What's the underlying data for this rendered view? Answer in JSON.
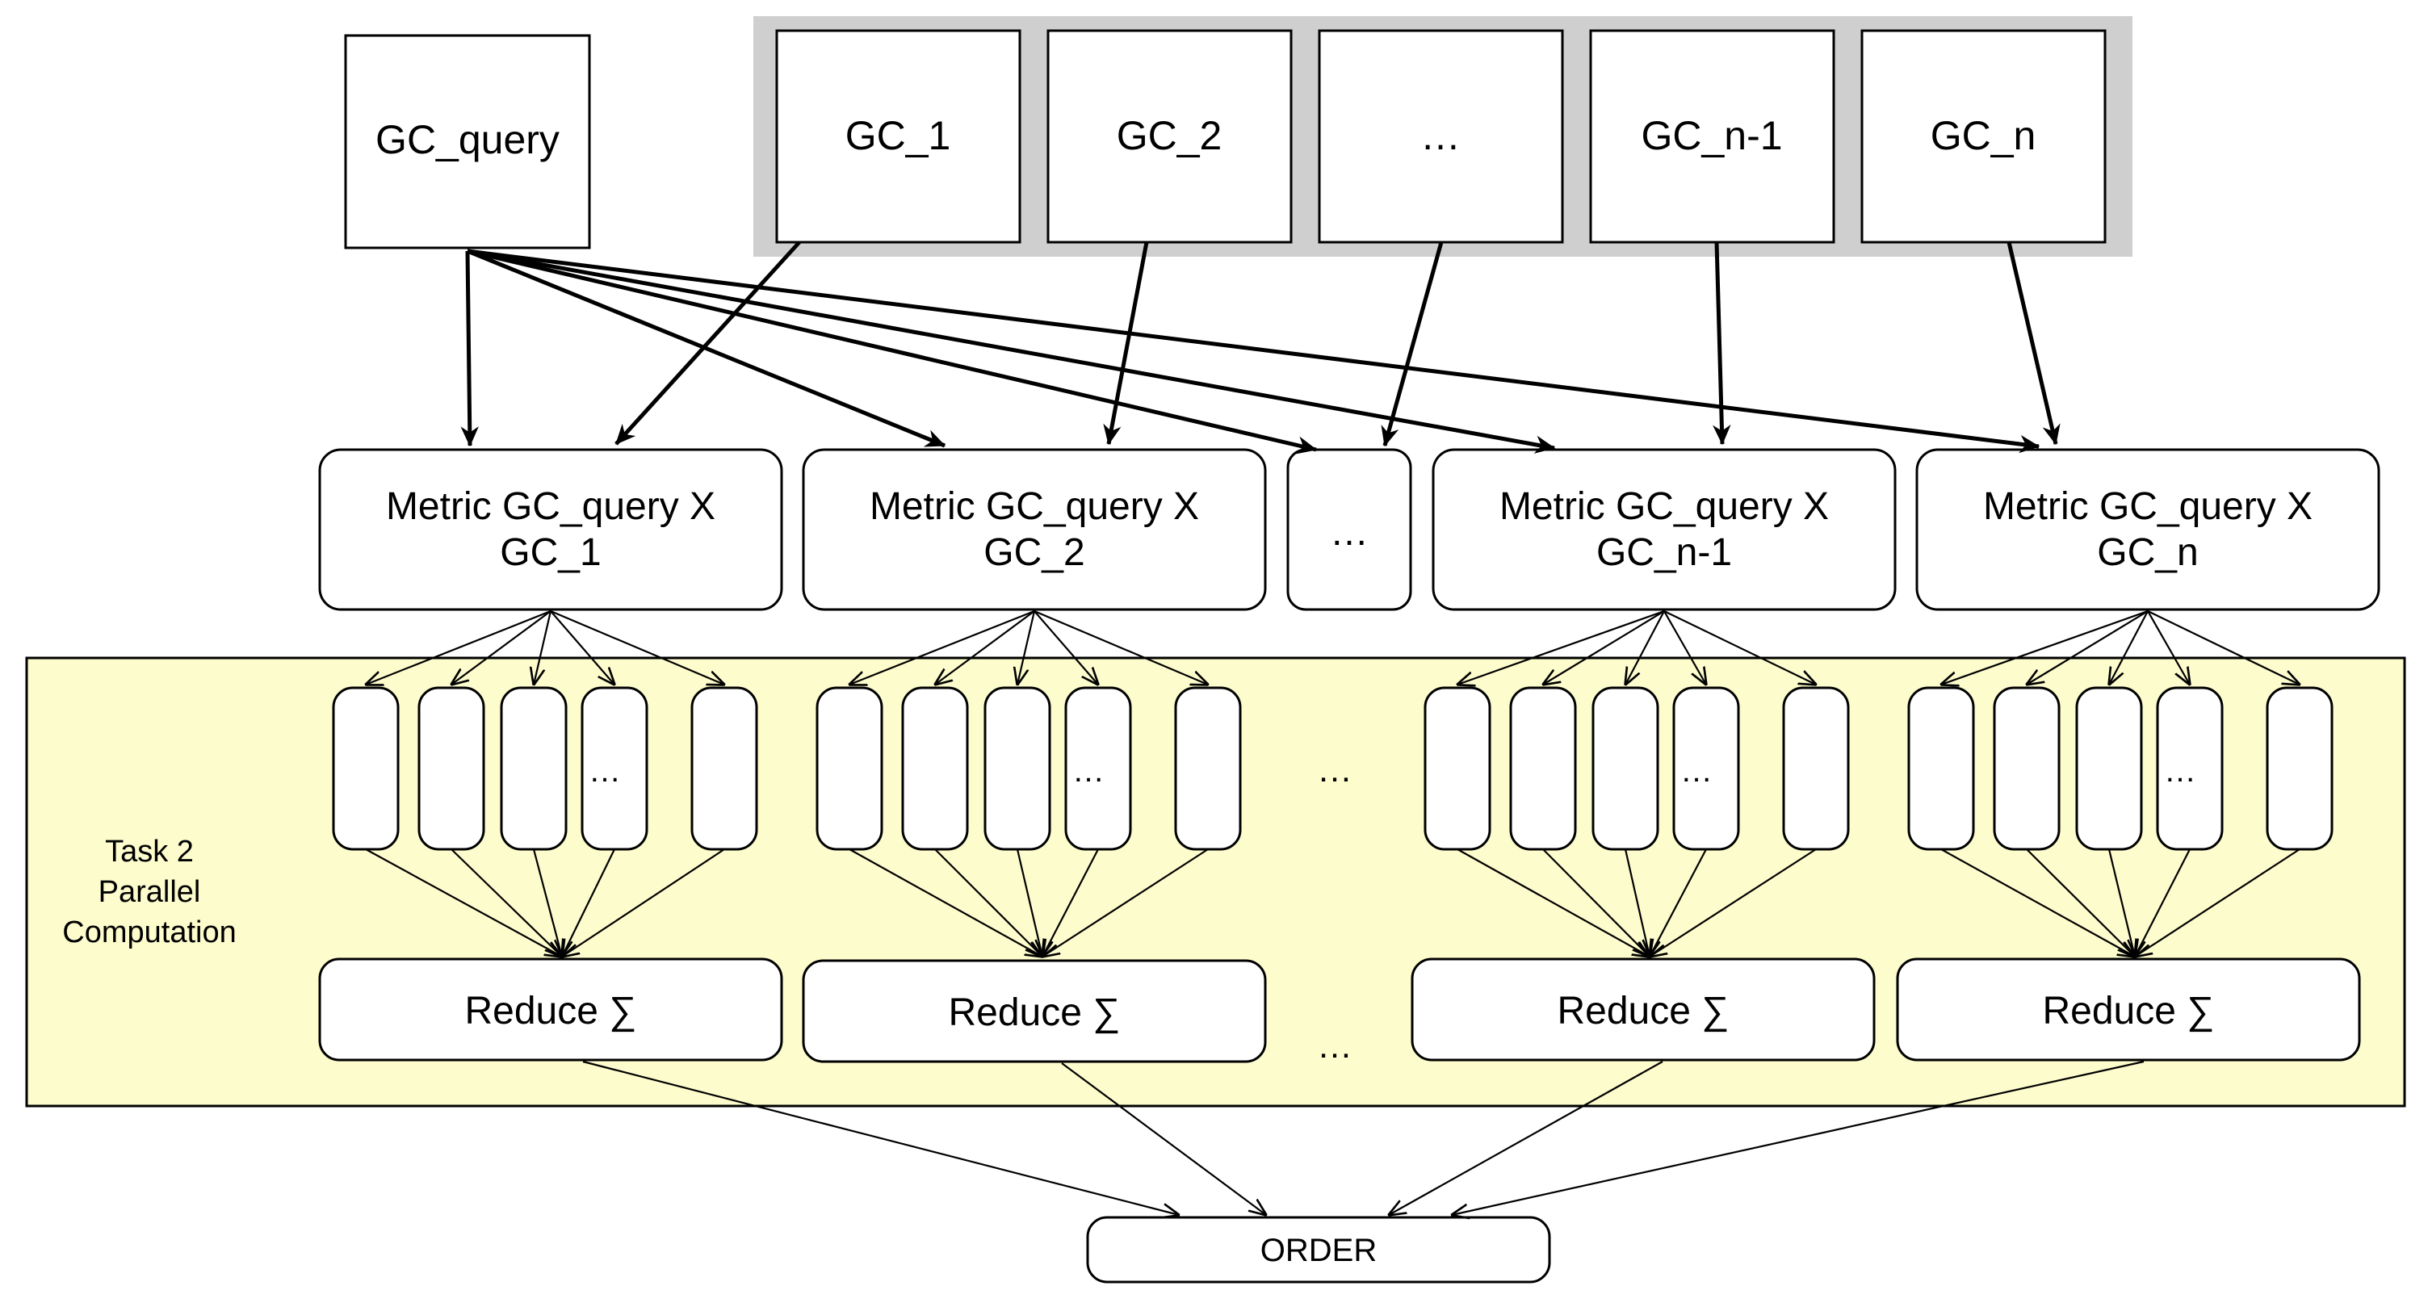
{
  "query_node": {
    "label": "GC_query"
  },
  "collection": {
    "items": [
      {
        "label": "GC_1"
      },
      {
        "label": "GC_2"
      },
      {
        "label": "…"
      },
      {
        "label": "GC_n-1"
      },
      {
        "label": "GC_n"
      }
    ]
  },
  "metrics": [
    {
      "line1": "Metric GC_query X",
      "line2": "GC_1"
    },
    {
      "line1": "Metric GC_query X",
      "line2": "GC_2"
    },
    {
      "line1": "…",
      "line2": ""
    },
    {
      "line1": "Metric GC_query X",
      "line2": "GC_n-1"
    },
    {
      "line1": "Metric GC_query X",
      "line2": "GC_n"
    }
  ],
  "task_panel": {
    "label_lines": [
      "Task 2",
      "Parallel",
      "Computation"
    ],
    "worker_ellipsis": "…",
    "group_ellipsis": "…",
    "reduce_ellipsis": "…"
  },
  "reduce": [
    {
      "label": "Reduce ∑"
    },
    {
      "label": "Reduce ∑"
    },
    {
      "label": "Reduce ∑"
    },
    {
      "label": "Reduce ∑"
    }
  ],
  "order": {
    "label": "ORDER"
  },
  "colors": {
    "panel_fill": "#fdfccd",
    "collection_fill": "#cfcfcf",
    "stroke": "#000000",
    "node_fill": "#ffffff"
  }
}
